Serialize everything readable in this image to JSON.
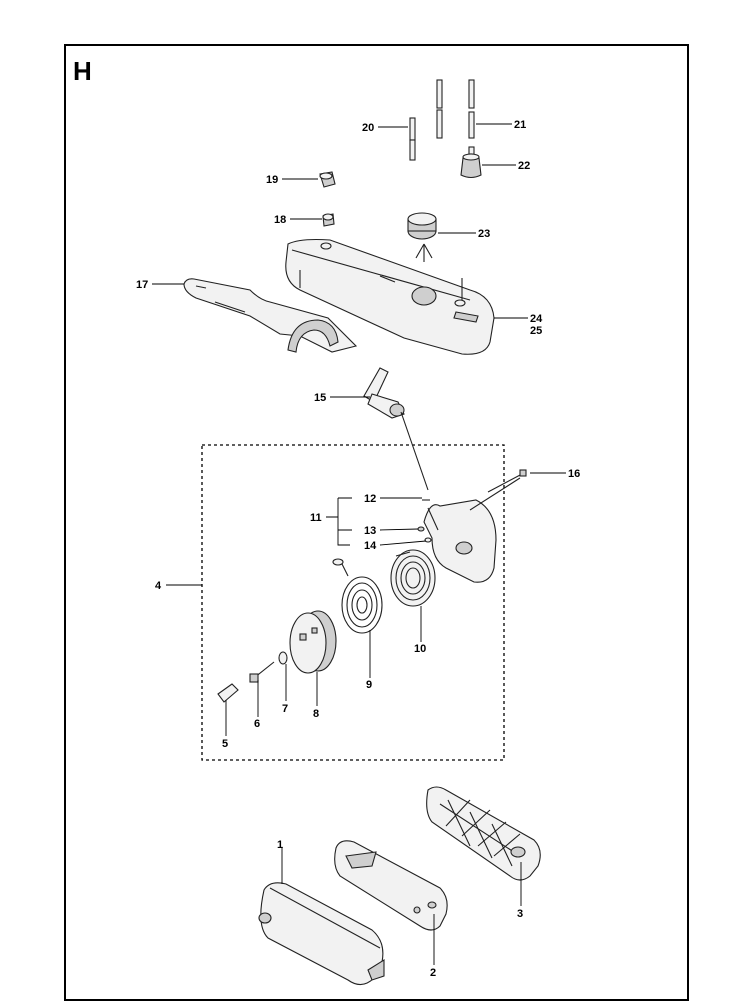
{
  "section_letter": "H",
  "labels": {
    "p1": "1",
    "p2": "2",
    "p3": "3",
    "p4": "4",
    "p5": "5",
    "p6": "6",
    "p7": "7",
    "p8": "8",
    "p9": "9",
    "p10": "10",
    "p11": "11",
    "p12": "12",
    "p13": "13",
    "p14": "14",
    "p15": "15",
    "p16": "16",
    "p17": "17",
    "p18": "18",
    "p19": "19",
    "p20": "20",
    "p21": "21",
    "p22": "22",
    "p23": "23",
    "p24": "24",
    "p25": "25"
  }
}
